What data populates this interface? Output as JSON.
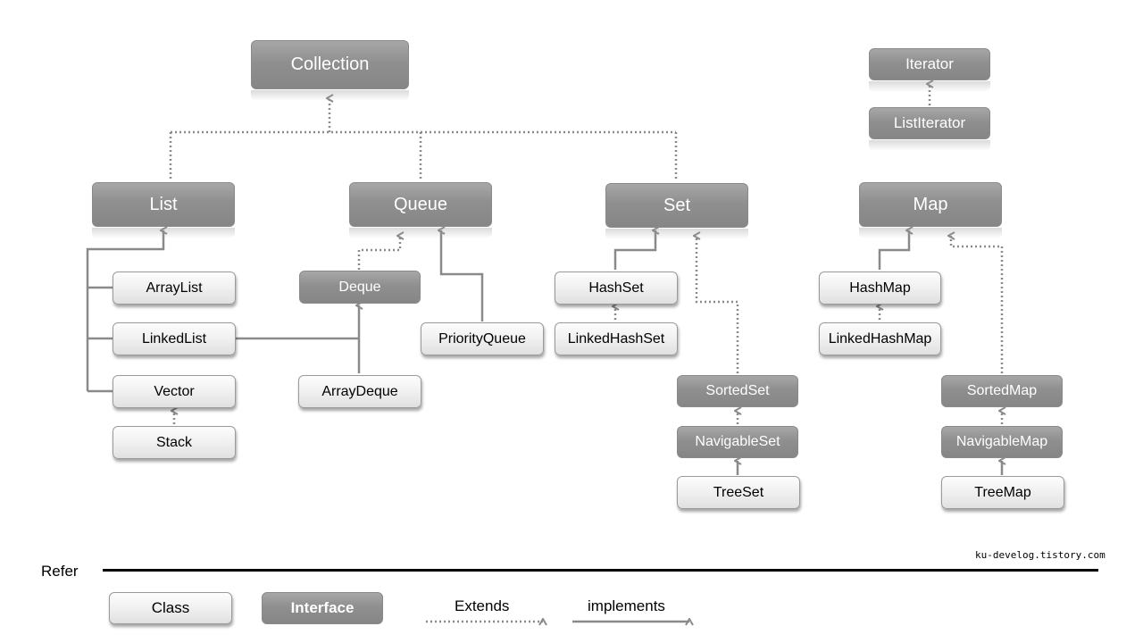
{
  "nodes": {
    "collection": "Collection",
    "list": "List",
    "queue": "Queue",
    "set": "Set",
    "map": "Map",
    "iterator": "Iterator",
    "list_iterator": "ListIterator",
    "deque": "Deque",
    "sorted_set": "SortedSet",
    "navigable_set": "NavigableSet",
    "sorted_map": "SortedMap",
    "navigable_map": "NavigableMap",
    "array_list": "ArrayList",
    "linked_list": "LinkedList",
    "vector": "Vector",
    "stack": "Stack",
    "array_deque": "ArrayDeque",
    "priority_queue": "PriorityQueue",
    "hash_set": "HashSet",
    "linked_hash_set": "LinkedHashSet",
    "tree_set": "TreeSet",
    "hash_map": "HashMap",
    "linked_hash_map": "LinkedHashMap",
    "tree_map": "TreeMap"
  },
  "legend": {
    "title": "Refer",
    "class_label": "Class",
    "interface_label": "Interface",
    "extends_label": "Extends",
    "implements_label": "implements"
  },
  "watermark": "ku-develog.tistory.com",
  "colors": {
    "interface_fill": "#8f8f8f",
    "class_fill": "#f0f0f0",
    "line": "#8a8a8a"
  }
}
